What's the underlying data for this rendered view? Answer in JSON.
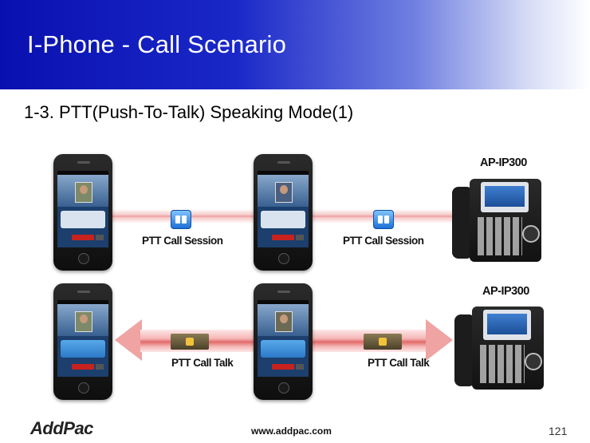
{
  "header": {
    "title": "I-Phone - Call Scenario"
  },
  "section": {
    "subtitle": "1-3. PTT(Push-To-Talk) Speaking Mode(1)"
  },
  "top_row": {
    "label_left": "PTT Call Session",
    "label_right": "PTT Call Session",
    "device_model": "AP-IP300"
  },
  "bottom_row": {
    "label_left": "PTT Call Talk",
    "label_right": "PTT Call Talk",
    "device_model": "AP-IP300"
  },
  "footer": {
    "logo": "AddPac",
    "url": "www.addpac.com",
    "page_number": "121"
  },
  "colors": {
    "banner_start": "#0a10b0",
    "beam": "#ee9c9c",
    "arrow": "#e26a6a",
    "session_icon": "#1f70d6",
    "end_call": "#c8221e"
  },
  "icons": [
    "smartphone-icon",
    "ip-desk-phone-icon",
    "ptt-session-icon",
    "ptt-talk-speaker-icon",
    "double-arrow-icon"
  ]
}
